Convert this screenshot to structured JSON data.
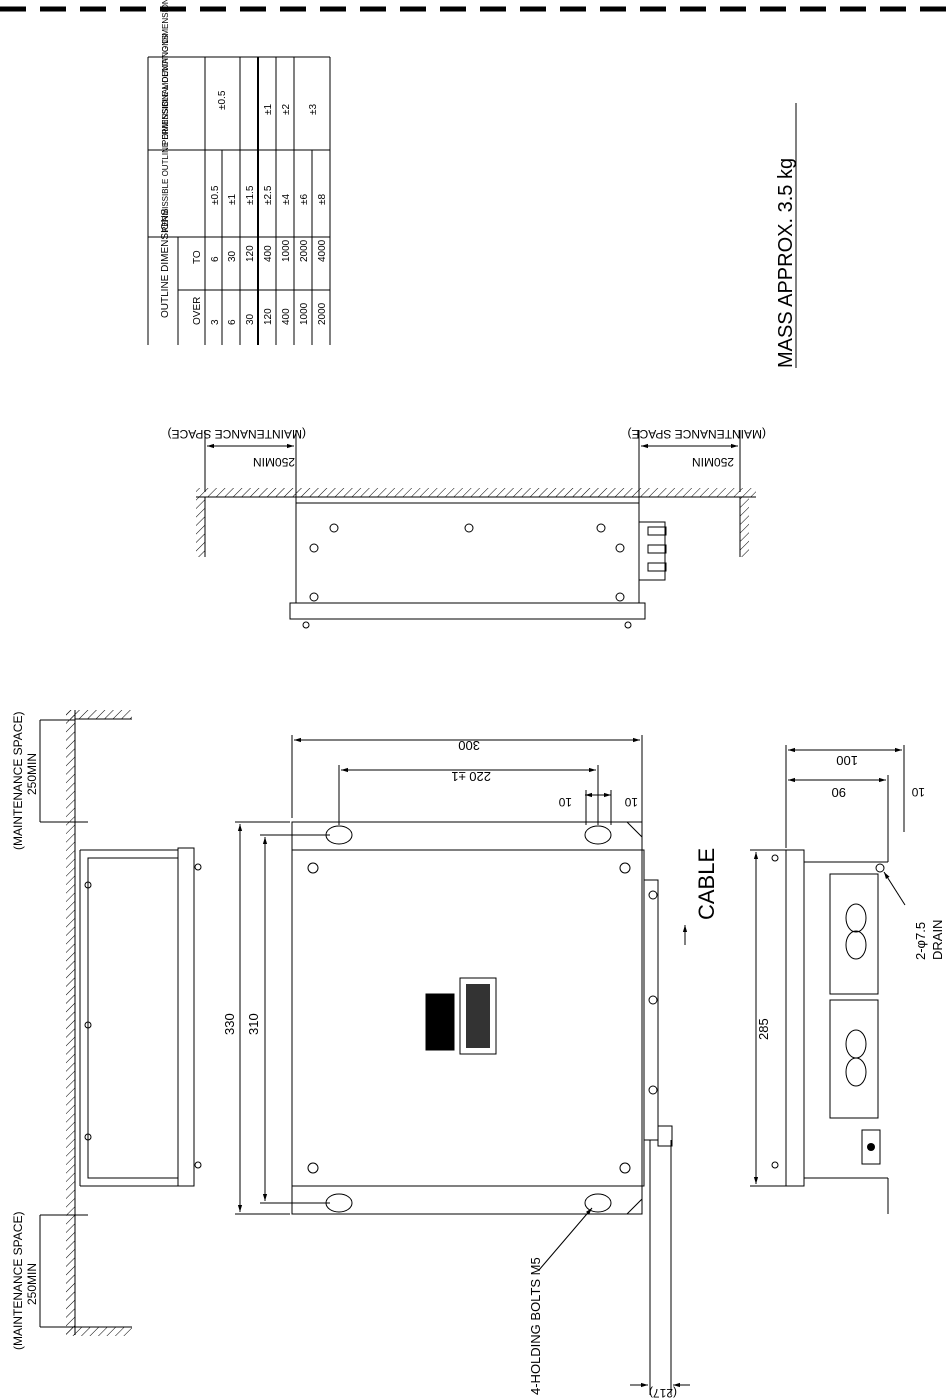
{
  "mass": {
    "text": "MASS APPROX.  3.5 kg"
  },
  "tolerance_table": {
    "col_headers": {
      "outline": "OUTLINE DIMENSIONS",
      "over": "OVER",
      "to": "TO",
      "outline_dev": "PERMISSIBLE OUTLINE DIMENSIONAL DEVIATIONS",
      "mount_dev": "PERMISSIBLE MOUNTING DIMENSIONAL DEVIATIONS"
    },
    "rows": [
      {
        "over": "3",
        "to": "6",
        "outline_dev": "±0.5"
      },
      {
        "over": "6",
        "to": "30",
        "outline_dev": "±1"
      },
      {
        "over": "30",
        "to": "120",
        "outline_dev": "±1.5"
      },
      {
        "over": "120",
        "to": "400",
        "outline_dev": "±2.5"
      },
      {
        "over": "400",
        "to": "1000",
        "outline_dev": "±4"
      },
      {
        "over": "1000",
        "to": "2000",
        "outline_dev": "±6"
      },
      {
        "over": "2000",
        "to": "4000",
        "outline_dev": "±8"
      }
    ],
    "mount_values": {
      "a": "±0.5",
      "b": "±1",
      "c": "±2",
      "d": "±3"
    }
  },
  "labels": {
    "maint_top_left": "(MAINTENANCE SPACE)",
    "maint_top_right": "(MAINTENANCE SPACE)",
    "min_top_left": "250MIN",
    "min_top_right": "250MIN",
    "maint_left_top": "(MAINTENANCE SPACE)",
    "maint_left_bottom": "(MAINTENANCE SPACE)",
    "min_left_top": "250MIN",
    "min_left_bottom": "250MIN",
    "dim_300": "300",
    "dim_220": "220 ±1",
    "dim_10a": "10",
    "dim_10b": "10",
    "dim_330": "330",
    "dim_310": "310",
    "dim_217": "(217)",
    "holding_bolts": "4-HOLDING BOLTS M5",
    "cable": "CABLE",
    "dim_100": "100",
    "dim_90": "90",
    "dim_10c": "10",
    "dim_285": "285",
    "drain_a": "2-φ7.5",
    "drain_b": "DRAIN"
  }
}
